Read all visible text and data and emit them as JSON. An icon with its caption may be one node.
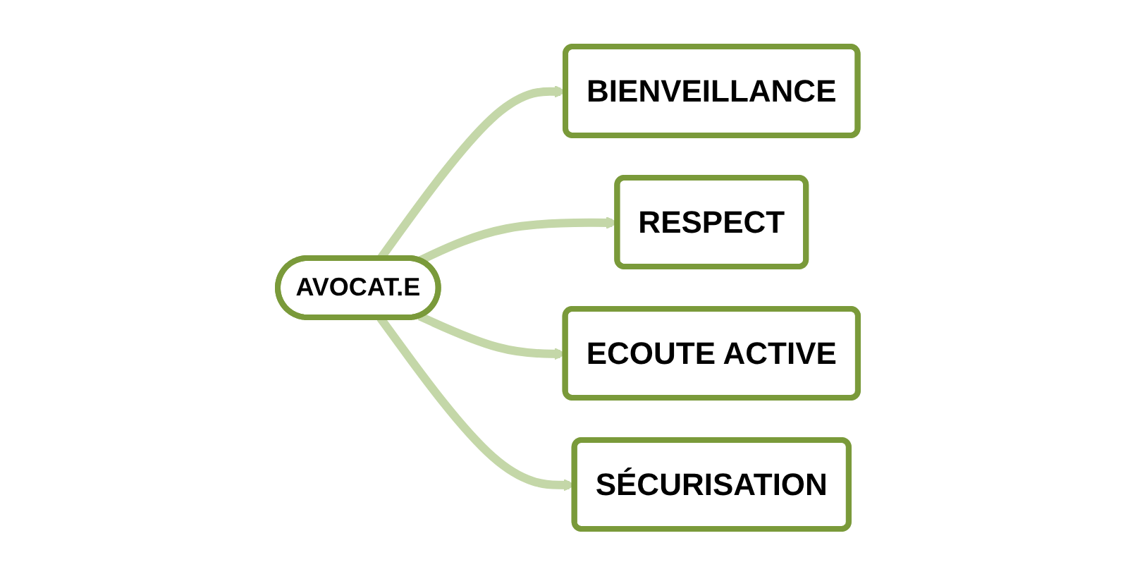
{
  "diagram": {
    "nodes": [
      {
        "text": [
          "BIENVEILLANCE"
        ]
      },
      {
        "text": [
          "RESPECT"
        ]
      },
      {
        "text": [
          "AVOCAT.E"
        ]
      },
      {
        "text": [
          "ECOUTE ACTIVE"
        ]
      },
      {
        "text": [
          "SÉCURISATION"
        ]
      }
    ],
    "edges": [
      {
        "from": 2,
        "to": 0,
        "arrow": "to"
      },
      {
        "from": 2,
        "to": 1,
        "arrow": "to"
      },
      {
        "from": 2,
        "to": 3,
        "arrow": "to"
      },
      {
        "from": 2,
        "to": 4,
        "arrow": "to"
      }
    ]
  }
}
